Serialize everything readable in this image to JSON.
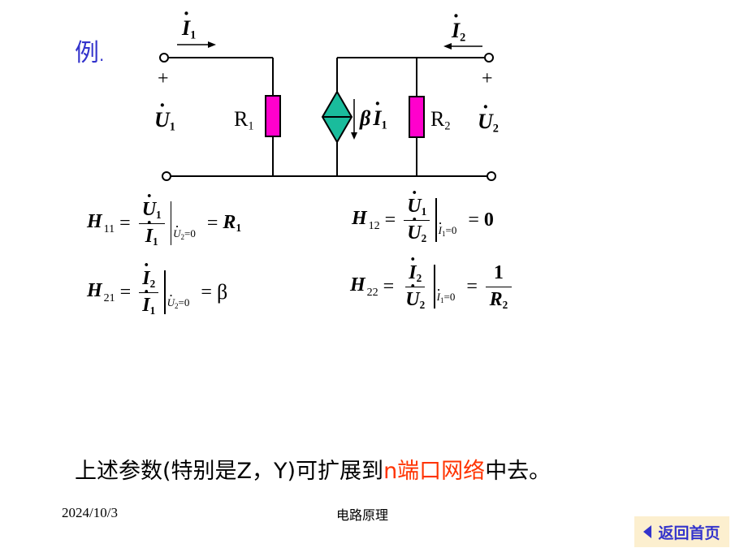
{
  "example_label": "例",
  "example_dot": ".",
  "circuit": {
    "I1_var": "I",
    "I1_sub": "1",
    "I2_var": "I",
    "I2_sub": "2",
    "U1_var": "U",
    "U1_sub": "1",
    "U2_var": "U",
    "U2_sub": "2",
    "plus_left": "+",
    "plus_right": "+",
    "R1_var": "R",
    "R1_sub": "1",
    "R2_var": "R",
    "R2_sub": "2",
    "src_beta": "β",
    "src_var": "I",
    "src_sub": "1",
    "colors": {
      "resistor": "#ff00cc",
      "source": "#1abc9c",
      "wire": "#000000"
    }
  },
  "equations": {
    "h11": {
      "h": "H",
      "hsub": "11",
      "num_var": "U",
      "num_sub": "1",
      "den_var": "I",
      "den_sub": "1",
      "cond_var": "U",
      "cond_sub": "2",
      "cond_val": "=0",
      "eq": "=",
      "rhs_var": "R",
      "rhs_sub": "1"
    },
    "h12": {
      "h": "H",
      "hsub": "12",
      "num_var": "U",
      "num_sub": "1",
      "den_var": "U",
      "den_sub": "2",
      "cond_var": "I",
      "cond_sub": "1",
      "cond_val": "=0",
      "eq": "=",
      "rhs": "0"
    },
    "h21": {
      "h": "H",
      "hsub": "21",
      "num_var": "I",
      "num_sub": "2",
      "den_var": "I",
      "den_sub": "1",
      "cond_var": "U",
      "cond_sub": "2",
      "cond_val": "=0",
      "eq": "=",
      "rhs": "β"
    },
    "h22": {
      "h": "H",
      "hsub": "22",
      "num_var": "I",
      "num_sub": "2",
      "den_var": "U",
      "den_sub": "2",
      "cond_var": "I",
      "cond_sub": "1",
      "cond_val": "=0",
      "eq": "=",
      "rhs_num": "1",
      "rhs_den_var": "R",
      "rhs_den_sub": "2"
    }
  },
  "summary": {
    "part1": "上述参数(特别是Z，Y)可扩展到",
    "part2": "n端口网络",
    "part3": "中去。"
  },
  "footer": {
    "date": "2024/10/3",
    "course": "电路原理",
    "home_button": "返回首页"
  }
}
